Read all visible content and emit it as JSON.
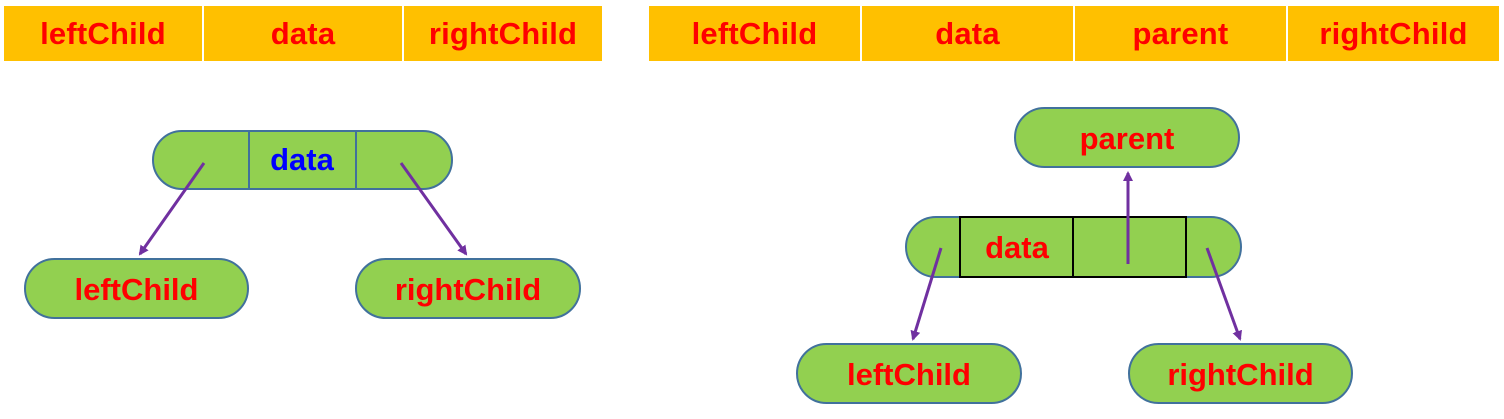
{
  "colors": {
    "header_cell_fill": "#ffc000",
    "header_text": "#ff0000",
    "node_fill": "#92d050",
    "node_stroke": "#41719c",
    "node_text": "#ff0000",
    "data_text_binary": "#0000ff",
    "arrow": "#7030a0"
  },
  "binary_node": {
    "struct_fields": [
      "leftChild",
      "data",
      "rightChild"
    ],
    "center_label": "data",
    "left_child_label": "leftChild",
    "right_child_label": "rightChild"
  },
  "triple_node": {
    "struct_fields": [
      "leftChild",
      "data",
      "parent",
      "rightChild"
    ],
    "center_label": "data",
    "parent_label": "parent",
    "left_child_label": "leftChild",
    "right_child_label": "rightChild"
  }
}
